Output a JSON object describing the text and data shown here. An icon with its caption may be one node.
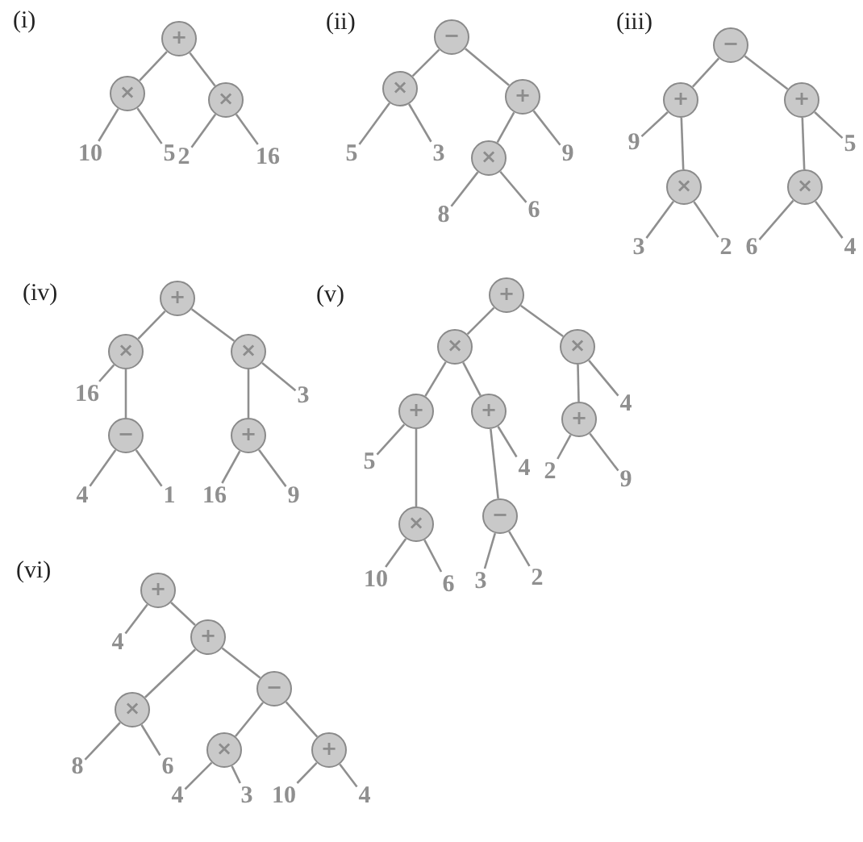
{
  "diagram": {
    "nodes": [
      {
        "text": [
          "+"
        ]
      },
      {
        "text": [
          "×"
        ]
      },
      {
        "text": [
          "×"
        ]
      },
      {
        "text": [
          "10"
        ]
      },
      {
        "text": [
          "5"
        ]
      },
      {
        "text": [
          "2"
        ]
      },
      {
        "text": [
          "16"
        ]
      },
      {
        "text": [
          "−"
        ]
      },
      {
        "text": [
          "×"
        ]
      },
      {
        "text": [
          "+"
        ]
      },
      {
        "text": [
          "5"
        ]
      },
      {
        "text": [
          "3"
        ]
      },
      {
        "text": [
          "×"
        ]
      },
      {
        "text": [
          "9"
        ]
      },
      {
        "text": [
          "8"
        ]
      },
      {
        "text": [
          "6"
        ]
      },
      {
        "text": [
          "−"
        ]
      },
      {
        "text": [
          "+"
        ]
      },
      {
        "text": [
          "+"
        ]
      },
      {
        "text": [
          "9"
        ]
      },
      {
        "text": [
          "5"
        ]
      },
      {
        "text": [
          "×"
        ]
      },
      {
        "text": [
          "×"
        ]
      },
      {
        "text": [
          "3"
        ]
      },
      {
        "text": [
          "2"
        ]
      },
      {
        "text": [
          "6"
        ]
      },
      {
        "text": [
          "4"
        ]
      },
      {
        "text": [
          "+"
        ]
      },
      {
        "text": [
          "×"
        ]
      },
      {
        "text": [
          "×"
        ]
      },
      {
        "text": [
          "16"
        ]
      },
      {
        "text": [
          "3"
        ]
      },
      {
        "text": [
          "−"
        ]
      },
      {
        "text": [
          "+"
        ]
      },
      {
        "text": [
          "4"
        ]
      },
      {
        "text": [
          "1"
        ]
      },
      {
        "text": [
          "16"
        ]
      },
      {
        "text": [
          "9"
        ]
      },
      {
        "text": [
          "+"
        ]
      },
      {
        "text": [
          "×"
        ]
      },
      {
        "text": [
          "×"
        ]
      },
      {
        "text": [
          "+"
        ]
      },
      {
        "text": [
          "+"
        ]
      },
      {
        "text": [
          "4"
        ]
      },
      {
        "text": [
          "+"
        ]
      },
      {
        "text": [
          "5"
        ]
      },
      {
        "text": [
          "4"
        ]
      },
      {
        "text": [
          "2"
        ]
      },
      {
        "text": [
          "9"
        ]
      },
      {
        "text": [
          "×"
        ]
      },
      {
        "text": [
          "−"
        ]
      },
      {
        "text": [
          "10"
        ]
      },
      {
        "text": [
          "6"
        ]
      },
      {
        "text": [
          "3"
        ]
      },
      {
        "text": [
          "2"
        ]
      },
      {
        "text": [
          "+"
        ]
      },
      {
        "text": [
          "4"
        ]
      },
      {
        "text": [
          "+"
        ]
      },
      {
        "text": [
          "×"
        ]
      },
      {
        "text": [
          "−"
        ]
      },
      {
        "text": [
          "8"
        ]
      },
      {
        "text": [
          "6"
        ]
      },
      {
        "text": [
          "×"
        ]
      },
      {
        "text": [
          "+"
        ]
      },
      {
        "text": [
          "4"
        ]
      },
      {
        "text": [
          "3"
        ]
      },
      {
        "text": [
          "10"
        ]
      },
      {
        "text": [
          "4"
        ]
      }
    ],
    "edges": [
      {
        "from": 0,
        "to": 1,
        "arrow": "none"
      },
      {
        "from": 0,
        "to": 2,
        "arrow": "none"
      },
      {
        "from": 1,
        "to": 3,
        "arrow": "none"
      },
      {
        "from": 1,
        "to": 4,
        "arrow": "none"
      },
      {
        "from": 2,
        "to": 5,
        "arrow": "none"
      },
      {
        "from": 2,
        "to": 6,
        "arrow": "none"
      },
      {
        "from": 7,
        "to": 8,
        "arrow": "none"
      },
      {
        "from": 7,
        "to": 9,
        "arrow": "none"
      },
      {
        "from": 8,
        "to": 10,
        "arrow": "none"
      },
      {
        "from": 8,
        "to": 11,
        "arrow": "none"
      },
      {
        "from": 9,
        "to": 12,
        "arrow": "none"
      },
      {
        "from": 9,
        "to": 13,
        "arrow": "none"
      },
      {
        "from": 12,
        "to": 14,
        "arrow": "none"
      },
      {
        "from": 12,
        "to": 15,
        "arrow": "none"
      },
      {
        "from": 16,
        "to": 17,
        "arrow": "none"
      },
      {
        "from": 16,
        "to": 18,
        "arrow": "none"
      },
      {
        "from": 17,
        "to": 19,
        "arrow": "none"
      },
      {
        "from": 17,
        "to": 21,
        "arrow": "none"
      },
      {
        "from": 18,
        "to": 22,
        "arrow": "none"
      },
      {
        "from": 18,
        "to": 20,
        "arrow": "none"
      },
      {
        "from": 21,
        "to": 23,
        "arrow": "none"
      },
      {
        "from": 21,
        "to": 24,
        "arrow": "none"
      },
      {
        "from": 22,
        "to": 25,
        "arrow": "none"
      },
      {
        "from": 22,
        "to": 26,
        "arrow": "none"
      },
      {
        "from": 27,
        "to": 28,
        "arrow": "none"
      },
      {
        "from": 27,
        "to": 29,
        "arrow": "none"
      },
      {
        "from": 28,
        "to": 30,
        "arrow": "none"
      },
      {
        "from": 28,
        "to": 32,
        "arrow": "none"
      },
      {
        "from": 29,
        "to": 33,
        "arrow": "none"
      },
      {
        "from": 29,
        "to": 31,
        "arrow": "none"
      },
      {
        "from": 32,
        "to": 34,
        "arrow": "none"
      },
      {
        "from": 32,
        "to": 35,
        "arrow": "none"
      },
      {
        "from": 33,
        "to": 36,
        "arrow": "none"
      },
      {
        "from": 33,
        "to": 37,
        "arrow": "none"
      },
      {
        "from": 38,
        "to": 39,
        "arrow": "none"
      },
      {
        "from": 38,
        "to": 40,
        "arrow": "none"
      },
      {
        "from": 39,
        "to": 41,
        "arrow": "none"
      },
      {
        "from": 39,
        "to": 42,
        "arrow": "none"
      },
      {
        "from": 40,
        "to": 44,
        "arrow": "none"
      },
      {
        "from": 40,
        "to": 43,
        "arrow": "none"
      },
      {
        "from": 41,
        "to": 45,
        "arrow": "none"
      },
      {
        "from": 41,
        "to": 49,
        "arrow": "none"
      },
      {
        "from": 42,
        "to": 50,
        "arrow": "none"
      },
      {
        "from": 42,
        "to": 46,
        "arrow": "none"
      },
      {
        "from": 44,
        "to": 47,
        "arrow": "none"
      },
      {
        "from": 44,
        "to": 48,
        "arrow": "none"
      },
      {
        "from": 49,
        "to": 51,
        "arrow": "none"
      },
      {
        "from": 49,
        "to": 52,
        "arrow": "none"
      },
      {
        "from": 50,
        "to": 53,
        "arrow": "none"
      },
      {
        "from": 50,
        "to": 54,
        "arrow": "none"
      },
      {
        "from": 55,
        "to": 56,
        "arrow": "none"
      },
      {
        "from": 55,
        "to": 57,
        "arrow": "none"
      },
      {
        "from": 57,
        "to": 58,
        "arrow": "none"
      },
      {
        "from": 57,
        "to": 59,
        "arrow": "none"
      },
      {
        "from": 58,
        "to": 60,
        "arrow": "none"
      },
      {
        "from": 58,
        "to": 61,
        "arrow": "none"
      },
      {
        "from": 59,
        "to": 62,
        "arrow": "none"
      },
      {
        "from": 59,
        "to": 63,
        "arrow": "none"
      },
      {
        "from": 62,
        "to": 64,
        "arrow": "none"
      },
      {
        "from": 62,
        "to": 65,
        "arrow": "none"
      },
      {
        "from": 63,
        "to": 66,
        "arrow": "none"
      },
      {
        "from": 63,
        "to": 67,
        "arrow": "none"
      }
    ],
    "labels": [
      "(i)",
      "(ii)",
      "(iii)",
      "(iv)",
      "(v)",
      "(vi)"
    ]
  }
}
